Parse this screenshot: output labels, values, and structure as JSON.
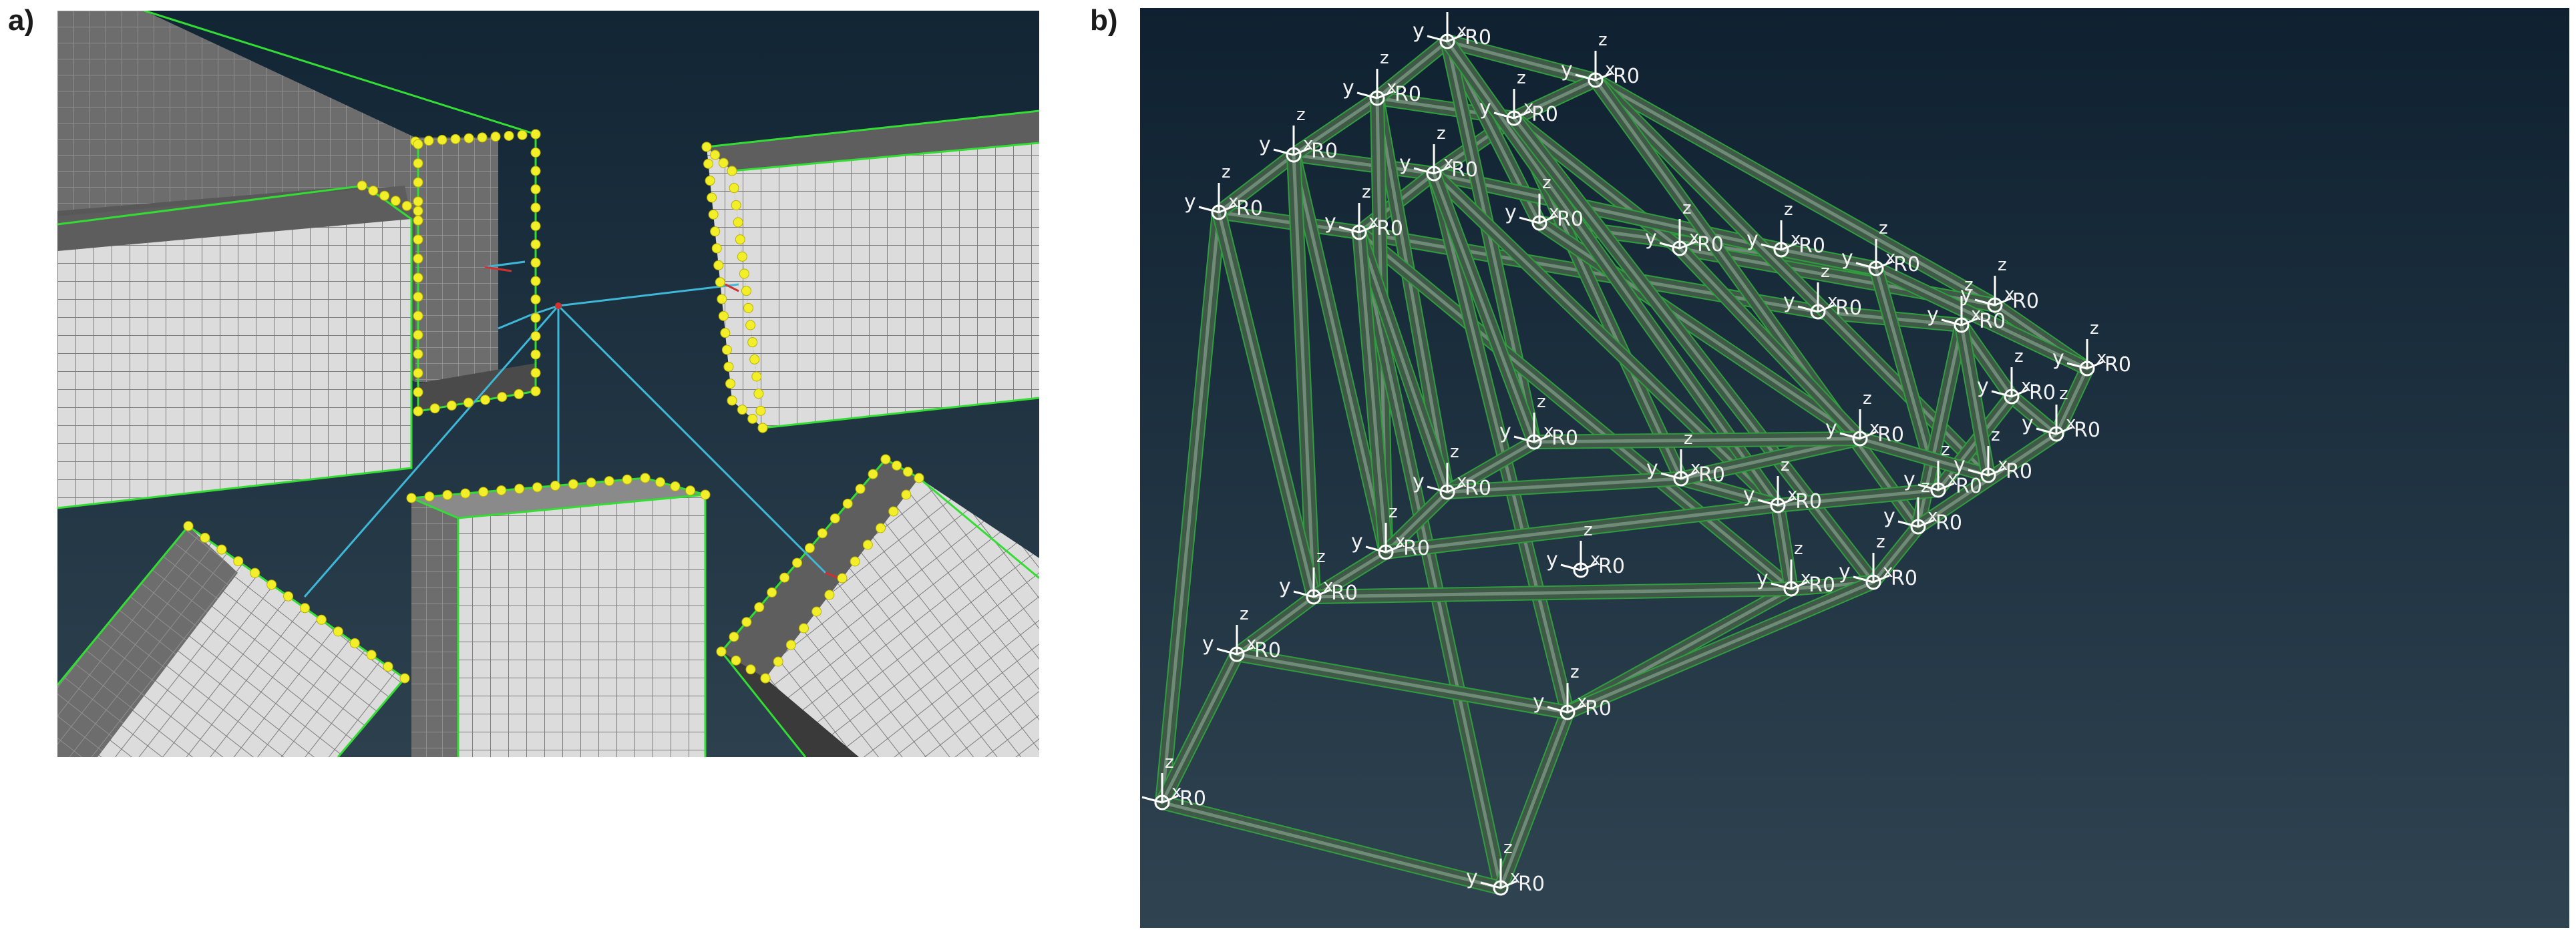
{
  "panels": {
    "a": {
      "label": "a)"
    },
    "b": {
      "label": "b)"
    }
  },
  "node_glyph": {
    "axis_y": "y",
    "axis_z": "z",
    "axis_x": "x",
    "tag": "R0"
  },
  "colors": {
    "viewport_bg_top": "#0f2233",
    "viewport_bg_bottom": "#2f4250",
    "shell_edge": "#33dd33",
    "mesh_face": "#dcdcdc",
    "mesh_face_dark": "#6e6e6e",
    "mesh_line": "#7a7a7a",
    "node_marker": "#f2ef2a",
    "rbe_link": "#3fb8d8",
    "beam_fill": "#3e5a46",
    "beam_edge": "#2f9d3e",
    "beam_core": "#6f8a76"
  }
}
